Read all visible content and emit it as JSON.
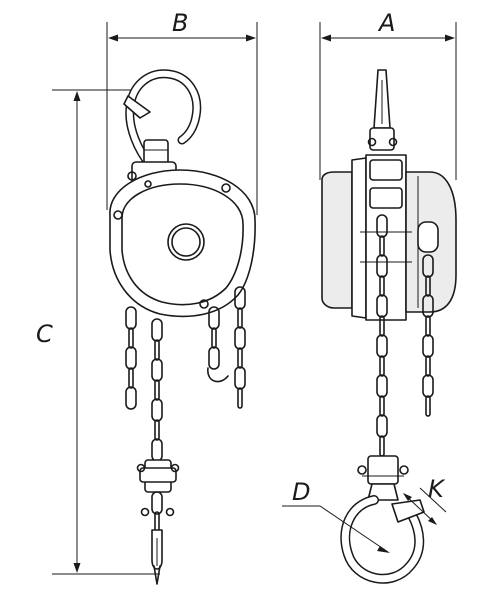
{
  "diagram": {
    "dimension_labels": {
      "A": "A",
      "B": "B",
      "C": "C",
      "D": "D",
      "K": "K"
    },
    "colors": {
      "line": "#1a1a1a",
      "background": "#ffffff"
    }
  }
}
